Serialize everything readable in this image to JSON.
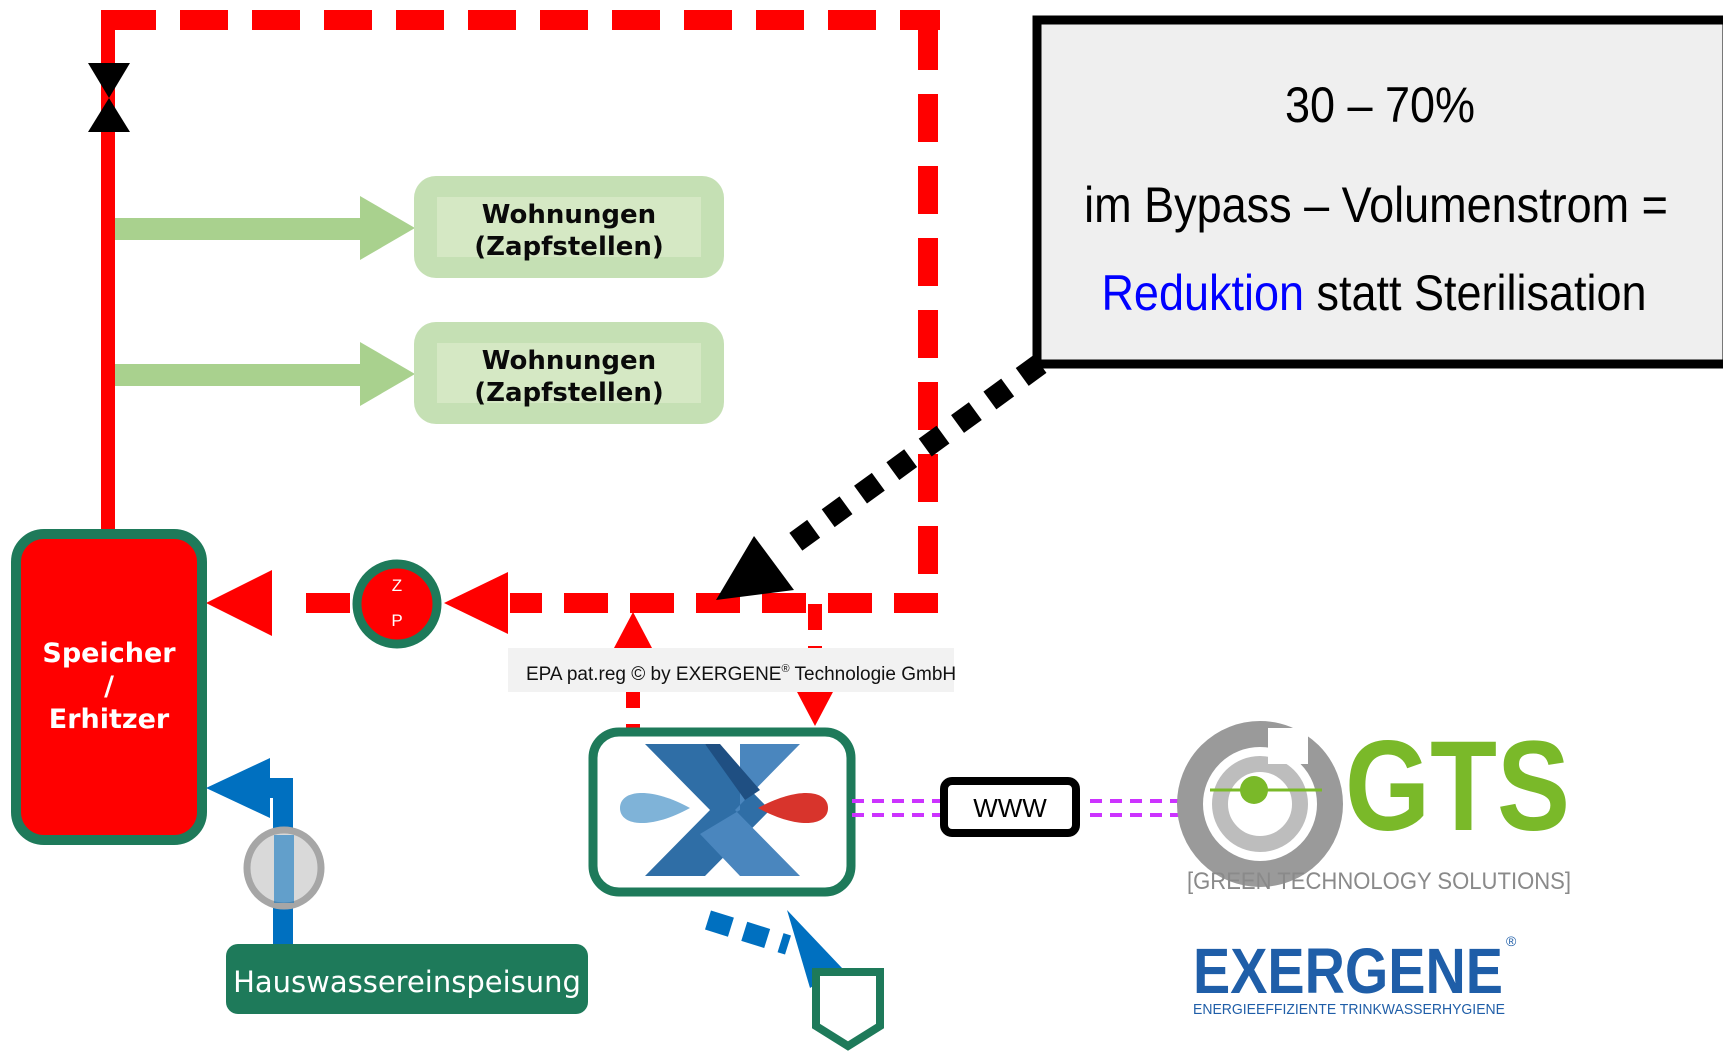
{
  "callout": {
    "line1": "30 – 70%",
    "line2": "im Bypass – Volumenstrom =",
    "line3_highlight": "Reduktion",
    "line3_rest": " statt Sterilisation"
  },
  "apartments": [
    {
      "line1": "Wohnungen",
      "line2": "(Zapfstellen)"
    },
    {
      "line1": "Wohnungen",
      "line2": "(Zapfstellen)"
    }
  ],
  "pump": {
    "top": "Z",
    "bottom": "P"
  },
  "storage": {
    "line1": "Speicher",
    "line2": "/",
    "line3": "Erhitzer"
  },
  "water_inlet": "Hauswassereinspeisung",
  "copyright": {
    "prefix": "EPA pat.reg © by EXERGENE",
    "registered": "®",
    "suffix": " Technologie GmbH"
  },
  "www_label": "WWW",
  "gts": {
    "name": "GTS",
    "tagline": "[GREEN TECHNOLOGY SOLUTIONS]"
  },
  "exergene": {
    "name": "EXERGENE",
    "registered": "®",
    "tagline": "ENERGIEEFFIZIENTE TRINKWASSERHYGIENE"
  },
  "colors": {
    "hot_line": "#ff0000",
    "cold_line": "#0070c0",
    "supply_arrow": "#a9d18e",
    "box_fill": "#c5e0b4",
    "box_inner": "#d5e8c4",
    "dark_green": "#1e7a5a",
    "storage_fill": "#ff0000",
    "callout_fill": "#efefef",
    "reduktion": "#0000ff",
    "gts_green": "#7ab929",
    "gts_grey": "#8a8a8a",
    "exergene_blue": "#1f5ea8",
    "www_link": "#cc33ff"
  },
  "icons": [
    "valve-icon",
    "pump-icon",
    "exergene-x-device-icon",
    "drain-icon",
    "gts-ring-logo-icon"
  ]
}
